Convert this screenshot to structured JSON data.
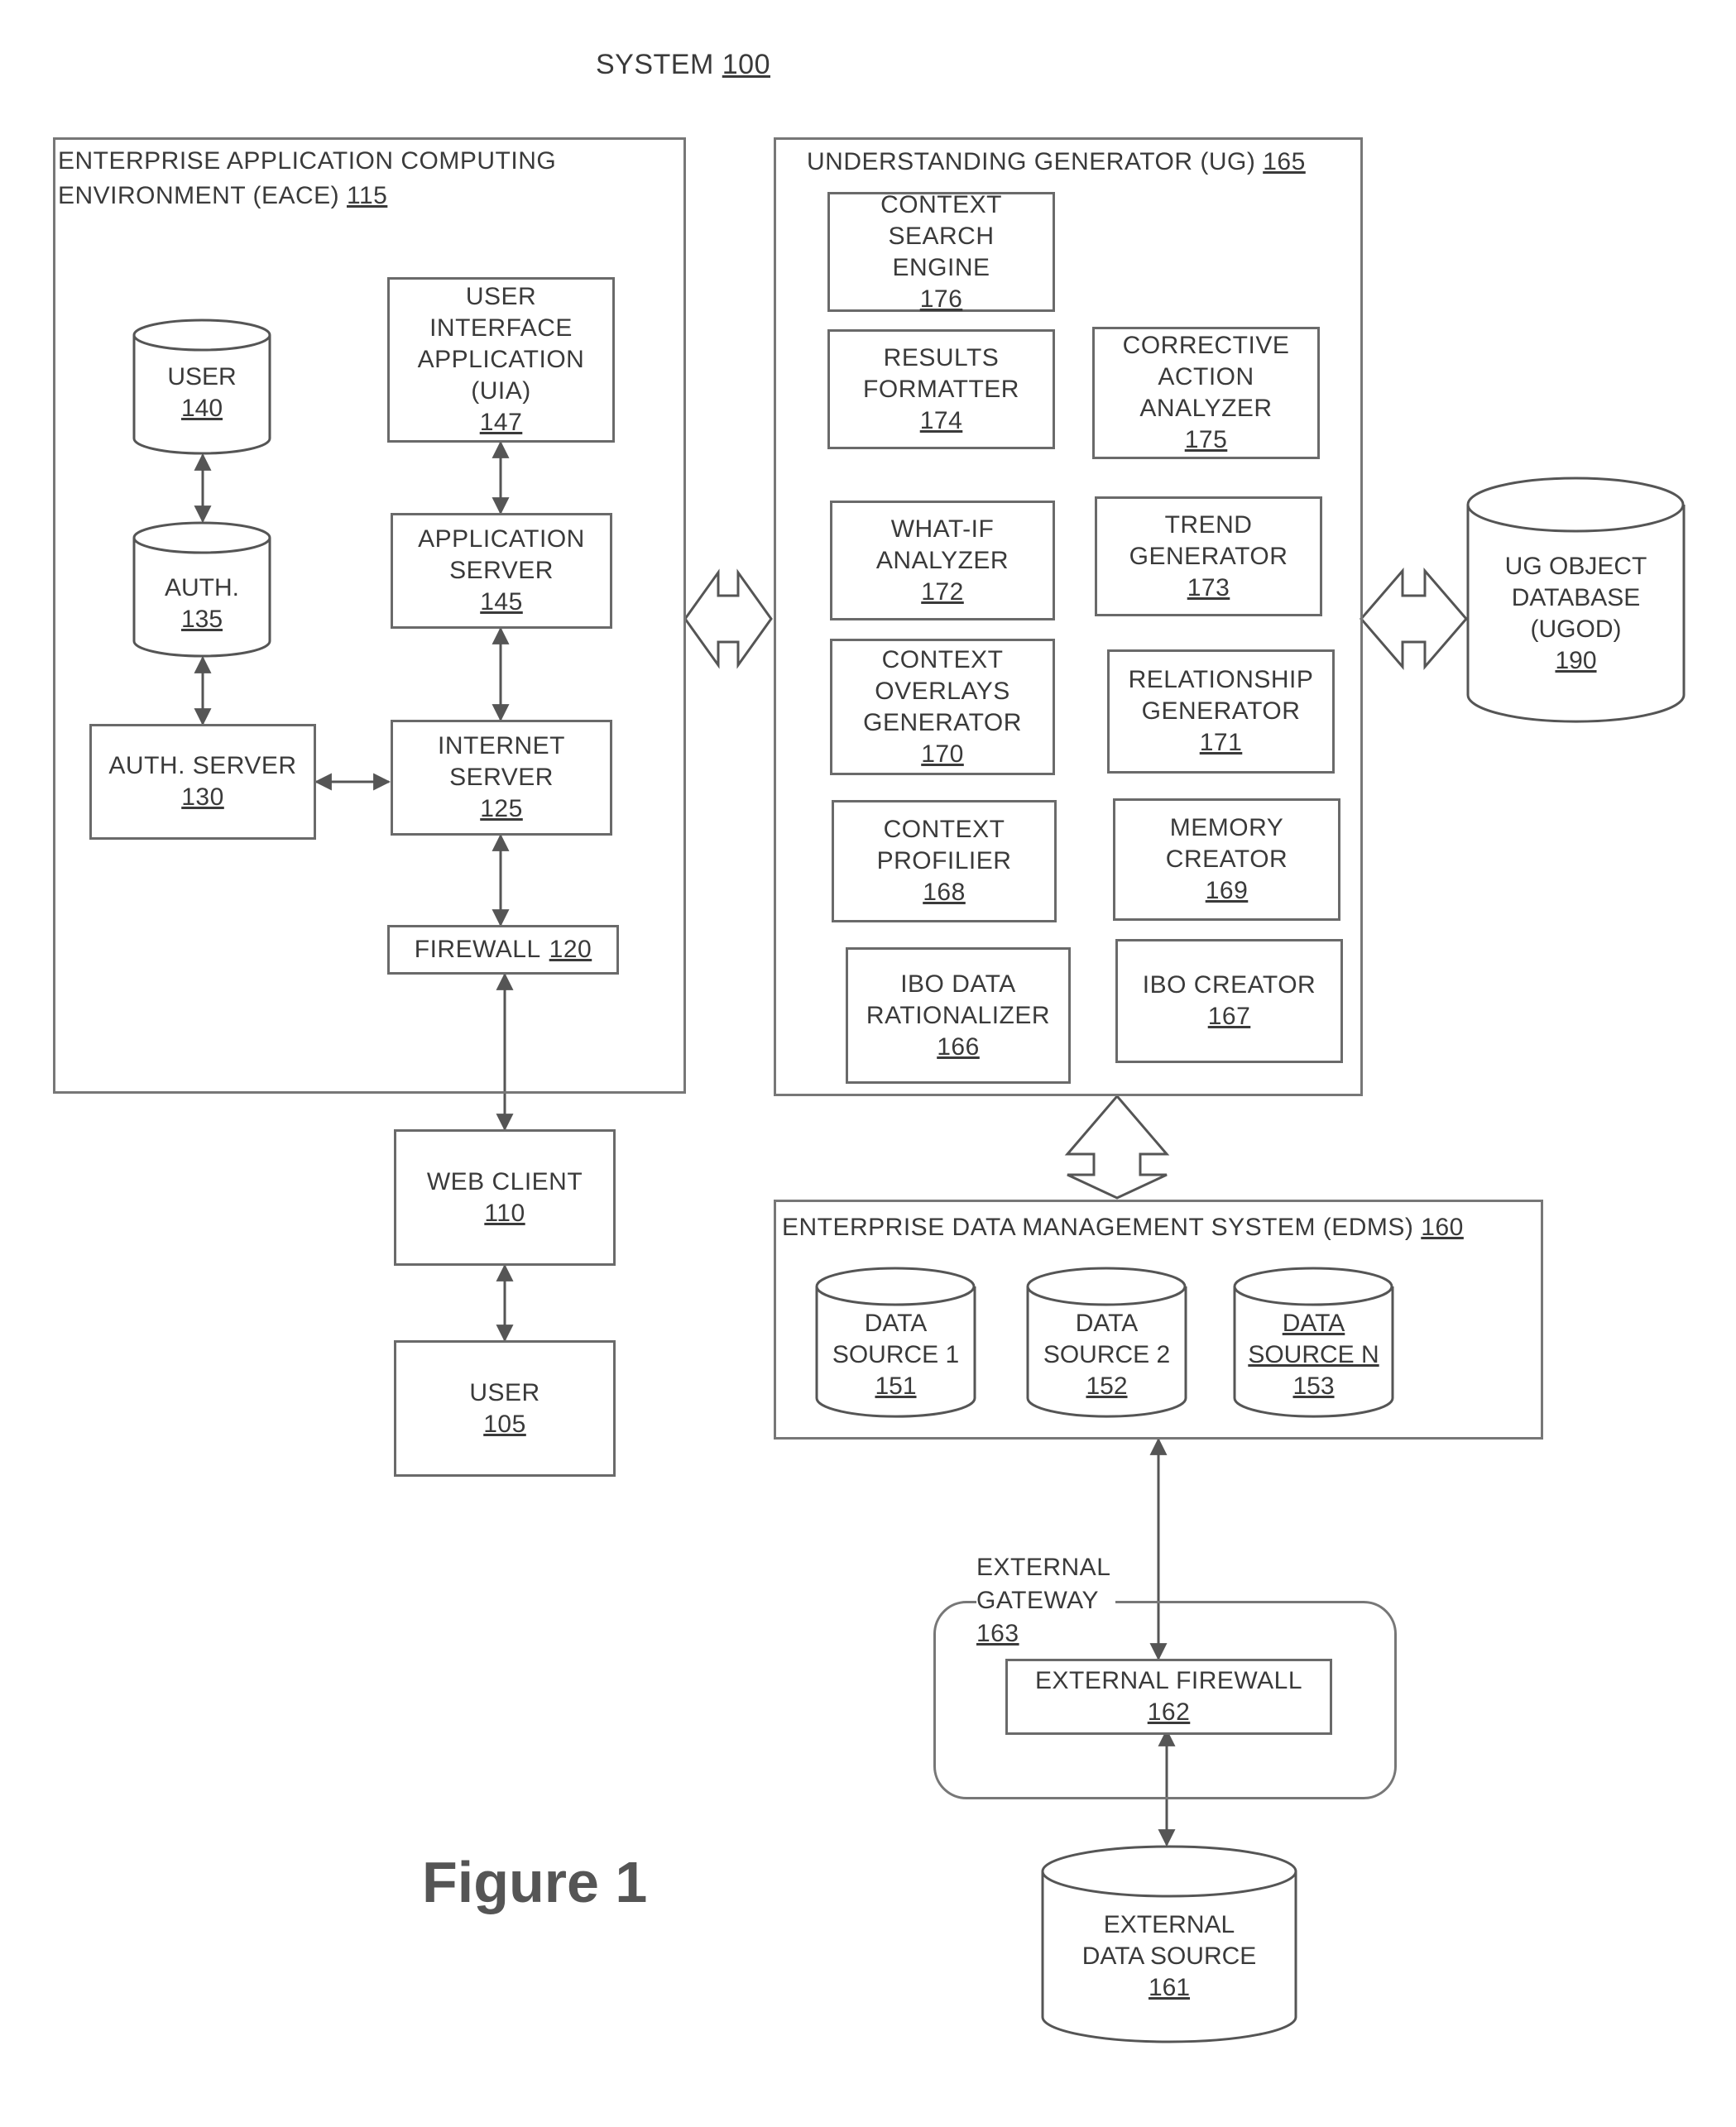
{
  "system": {
    "title": "SYSTEM",
    "ref": "100"
  },
  "eace": {
    "line1": "ENTERPRISE APPLICATION COMPUTING",
    "line2": "ENVIRONMENT (EACE)",
    "ref": "115"
  },
  "user_db": {
    "label": "USER",
    "ref": "140"
  },
  "auth_db": {
    "label": "AUTH.",
    "ref": "135"
  },
  "auth_server": {
    "label": "AUTH. SERVER",
    "ref": "130"
  },
  "uia": {
    "label": "USER INTERFACE APPLICATION (UIA)",
    "ref": "147"
  },
  "app_server": {
    "label": "APPLICATION SERVER",
    "ref": "145"
  },
  "internet_server": {
    "label": "INTERNET SERVER",
    "ref": "125"
  },
  "firewall": {
    "label": "FIREWALL",
    "ref": "120"
  },
  "web_client": {
    "label": "WEB CLIENT",
    "ref": "110"
  },
  "user_client": {
    "label": "USER",
    "ref": "105"
  },
  "ug": {
    "label": "UNDERSTANDING GENERATOR (UG)",
    "ref": "165"
  },
  "context_search": {
    "label": "CONTEXT SEARCH ENGINE",
    "ref": "176"
  },
  "results_formatter": {
    "label": "RESULTS FORMATTER",
    "ref": "174"
  },
  "corrective_action": {
    "label": "CORRECTIVE ACTION ANALYZER",
    "ref": "175"
  },
  "what_if": {
    "label": "WHAT-IF ANALYZER",
    "ref": "172"
  },
  "trend": {
    "label": "TREND GENERATOR",
    "ref": "173"
  },
  "context_overlays": {
    "label": "CONTEXT OVERLAYS GENERATOR",
    "ref": "170"
  },
  "relationship": {
    "label": "RELATIONSHIP GENERATOR",
    "ref": "171"
  },
  "context_profiler": {
    "label": "CONTEXT PROFILIER",
    "ref": "168"
  },
  "memory_creator": {
    "label": "MEMORY CREATOR",
    "ref": "169"
  },
  "ibo_rationalizer": {
    "label": "IBO DATA RATIONALIZER",
    "ref": "166"
  },
  "ibo_creator": {
    "label": "IBO CREATOR",
    "ref": "167"
  },
  "ugod": {
    "label": "UG OBJECT DATABASE (UGOD)",
    "ref": "190"
  },
  "edms": {
    "label": "ENTERPRISE DATA MANAGEMENT SYSTEM (EDMS)",
    "ref": "160"
  },
  "ds1": {
    "label": "DATA SOURCE 1",
    "ref": "151"
  },
  "ds2": {
    "label": "DATA SOURCE 2",
    "ref": "152"
  },
  "dsn": {
    "label": "DATA SOURCE N",
    "ref": "153"
  },
  "ext_gateway": {
    "line1": "EXTERNAL",
    "line2": "GATEWAY",
    "ref": "163"
  },
  "ext_firewall": {
    "label": "EXTERNAL FIREWALL",
    "ref": "162"
  },
  "ext_source": {
    "label": "EXTERNAL DATA SOURCE",
    "ref": "161"
  },
  "figure": {
    "title": "Figure 1"
  }
}
